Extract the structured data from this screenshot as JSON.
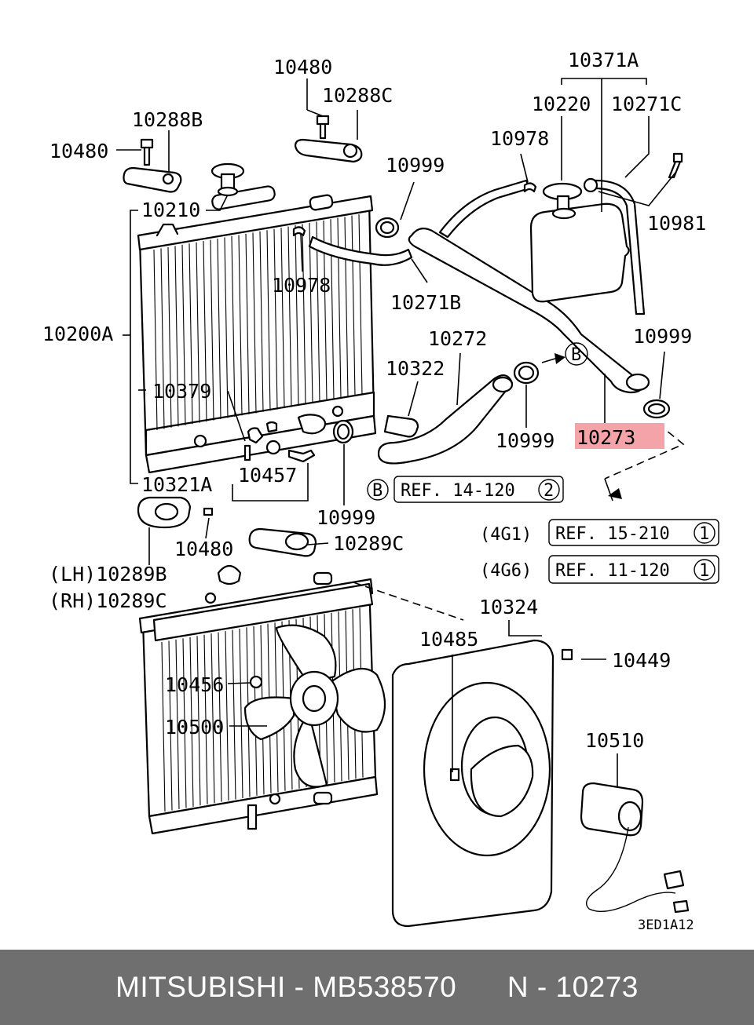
{
  "labels": {
    "l10371A": "10371A",
    "l10220": "10220",
    "l10271C": "10271C",
    "l10978a": "10978",
    "l10981": "10981",
    "l10480a": "10480",
    "l10288C": "10288C",
    "l10288B": "10288B",
    "l10480b": "10480",
    "l10999a": "10999",
    "l10210": "10210",
    "l10978b": "10978",
    "l10271B": "10271B",
    "l10200A": "10200A",
    "l10272": "10272",
    "l10322": "10322",
    "l10999b": "10999",
    "l10999c": "10999",
    "l10273": "10273",
    "l10379": "10379",
    "l10457": "10457",
    "l10321A": "10321A",
    "l10999d": "10999",
    "l10480c": "10480",
    "l10289C": "10289C",
    "l10289B_lh": "(LH)10289B",
    "l10289C_rh": "(RH)10289C",
    "l10324": "10324",
    "l10485": "10485",
    "l10449": "10449",
    "l10456": "10456",
    "l10500": "10500",
    "l10510": "10510"
  },
  "refs": {
    "b_marker": "B",
    "b_ref_text": "REF. 14-120",
    "b_ref_num": "2",
    "g1_engine": "(4G1)",
    "g1_ref_text": "REF. 15-210",
    "g1_ref_num": "1",
    "g6_engine": "(4G6)",
    "g6_ref_text": "REF. 11-120",
    "g6_ref_num": "1"
  },
  "diagram_code": "3ED1A12",
  "highlight_color": "#f4a3a8",
  "footer": {
    "brand": "MITSUBISHI",
    "part_number": "MB538570",
    "ref": "N - 10273",
    "sep": " - ",
    "background": "#6f6f6f"
  }
}
